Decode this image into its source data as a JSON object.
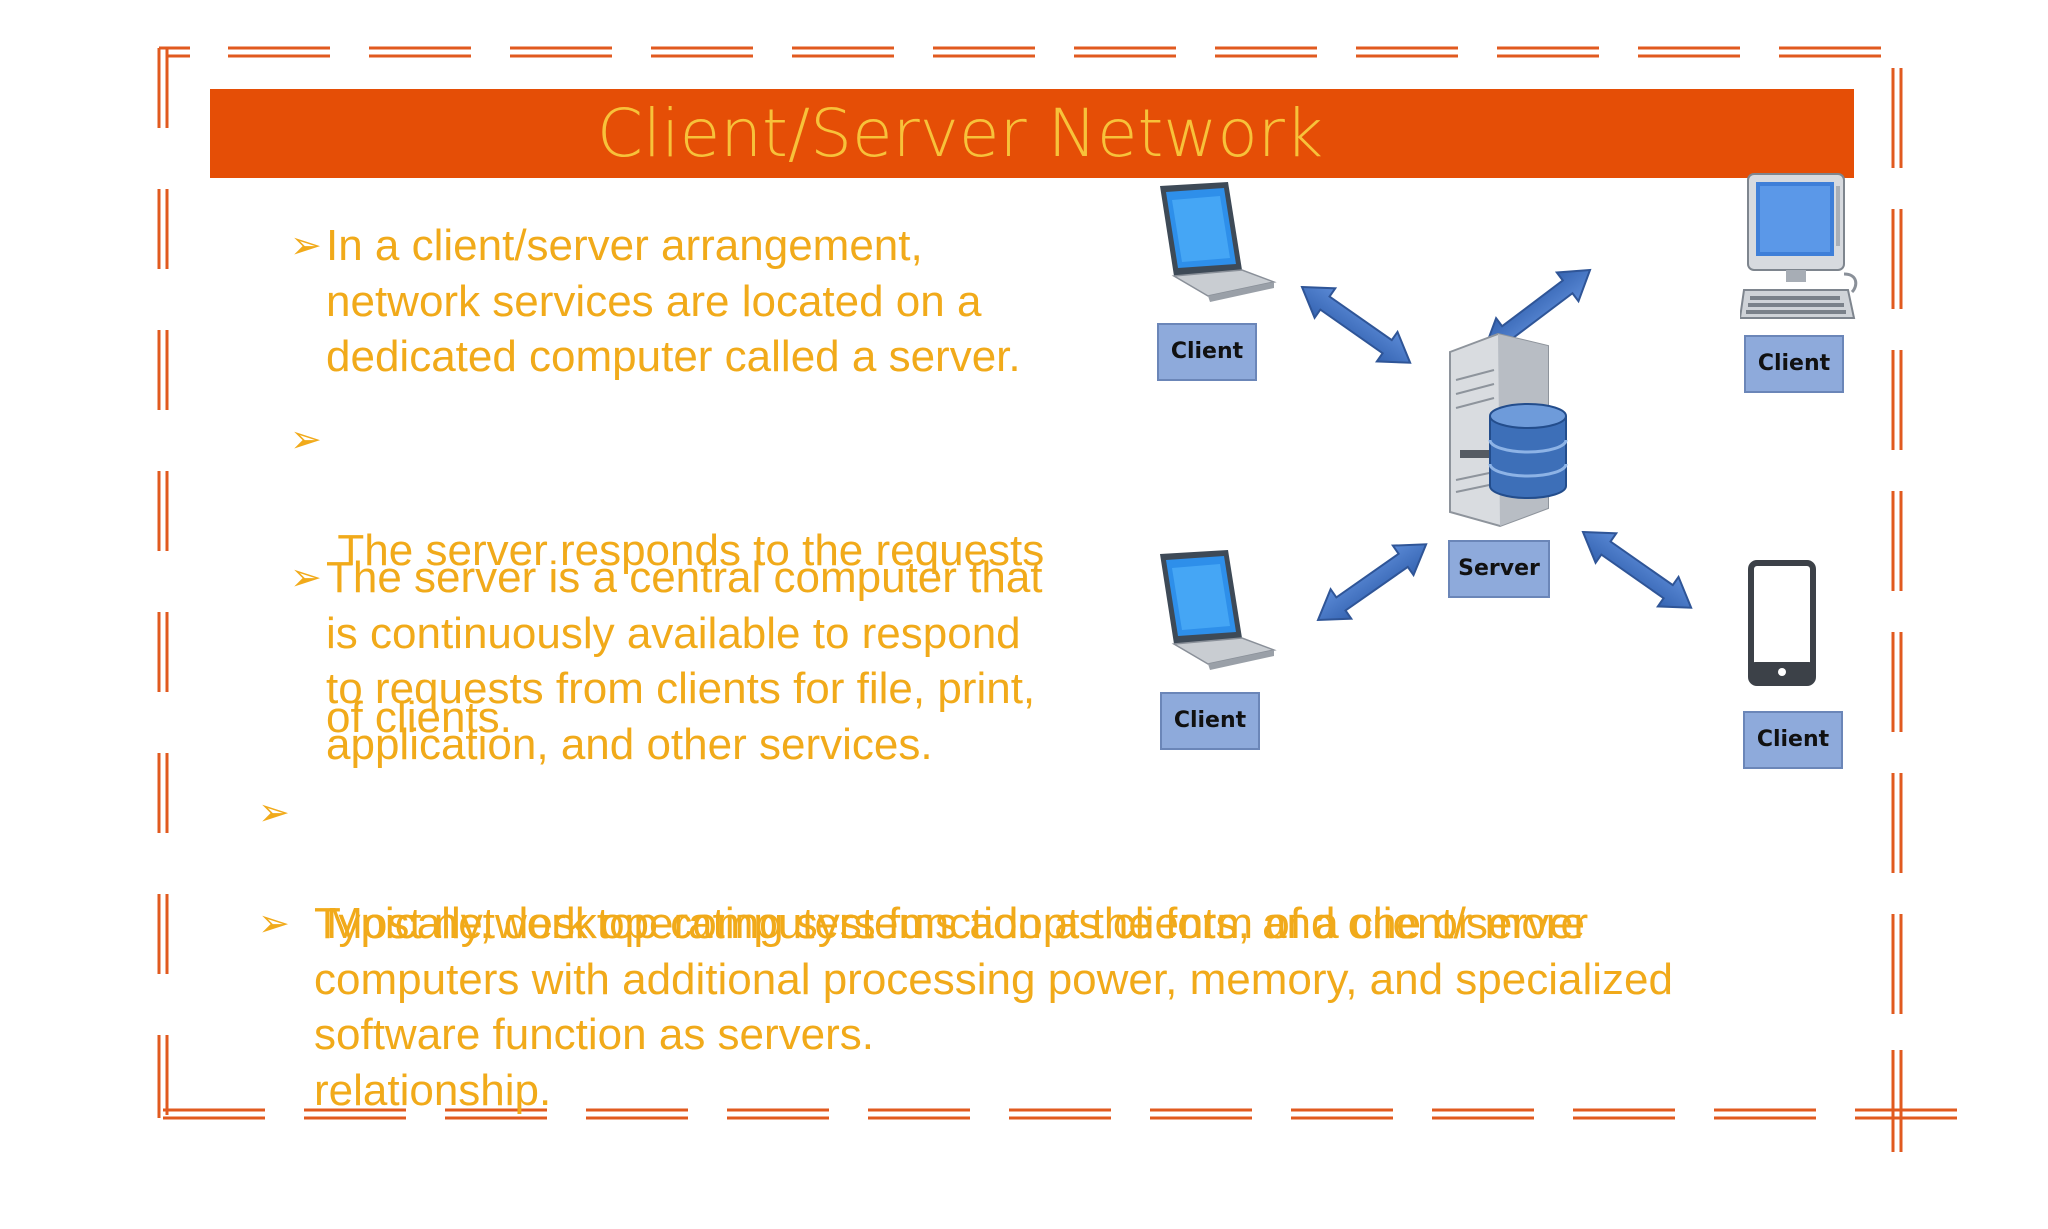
{
  "slide": {
    "title": "Client/Server Network",
    "colors": {
      "title_bar": "#E54E06",
      "title_text": "#F7C23A",
      "body_text": "#F1AA1A",
      "frame": "#E15A1F",
      "arrow": "#4472C4",
      "label_box": "#8EAADB"
    },
    "bullet_icon": "arrowhead-bullet-icon",
    "bullets": [
      {
        "arrow": "➢",
        "lines": [
          "In a client/server arrangement,",
          "network services are located on a",
          "dedicated computer called a server."
        ]
      },
      {
        "arrow": "➢",
        "lines": [
          " The server responds to the requests",
          "of clients."
        ]
      },
      {
        "arrow": "➢",
        "lines": [
          "The server is a central computer that",
          "is continuously available to respond",
          "to requests from clients for file, print,",
          "application, and other services."
        ]
      },
      {
        "arrow": "➢",
        "lines": [
          " Most network operating systems adopt the form of a client/server",
          "relationship."
        ]
      },
      {
        "arrow": "➢",
        "lines": [
          "Typically, desktop computers function as clients, and one or more",
          "computers with additional processing power, memory, and specialized",
          "software function as servers."
        ]
      }
    ]
  },
  "diagram": {
    "labels": {
      "client_top_left": "Client",
      "client_top_right": "Client",
      "client_bottom_left": "Client",
      "client_bottom_right": "Client",
      "server": "Server"
    },
    "icons": {
      "client_top_left": "laptop-icon",
      "client_top_right": "desktop-computer-icon",
      "client_bottom_left": "laptop-icon",
      "client_bottom_right": "smartphone-icon",
      "server": "server-database-icon"
    }
  }
}
